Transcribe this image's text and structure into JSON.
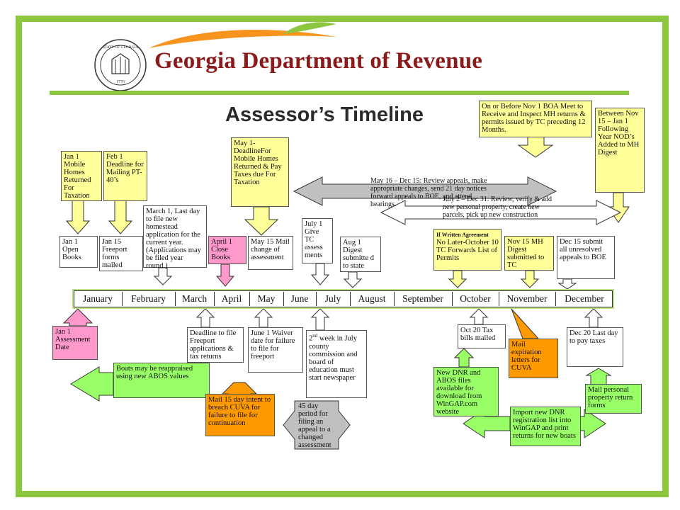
{
  "header": {
    "title": "Georgia Department of Revenue",
    "seal_text": "STATE OF GEORGIA",
    "seal_year": "1776"
  },
  "page_title": "Assessor’s Timeline",
  "colors": {
    "frame": "#8dc63f",
    "title": "#8b1a1a",
    "yellow": "#ffff99",
    "pink": "#ff99cc",
    "orange": "#ff9900",
    "green": "#99ff66",
    "gray": "#c0c0c0"
  },
  "months": [
    "January",
    "February",
    "March",
    "April",
    "May",
    "June",
    "July",
    "August",
    "September",
    "October",
    "November",
    "December"
  ],
  "top_notes": {
    "jan1_mobile": "Jan 1 Mobile Homes Returned For Taxation",
    "feb1": "Feb 1 Deadline for Mailing PT-40’s",
    "may1": "May 1- DeadlineFor Mobile Homes Returned & Pay Taxes due For Taxation",
    "nov1": "On or Before Nov 1 BOA Meet to Receive and Inspect MH returns & permits issued by TC preceding 12 Months.",
    "nov15": "Between Nov 15 – Jan 1 Following Year NOD’s Added to MH Digest",
    "may16_dec15": "May 16 – Dec 15: Review appeals, make appropriate changes, send 21 day notices forward appeals to BOE, and attend hearings.",
    "july2_dec31": "July 2 – Dec 31: Review, verify & add new personal property, create new parcels, pick up new construction"
  },
  "upper_boxes": {
    "jan1_open": "Jan 1 Open Books",
    "jan15": "Jan 15 Freeport forms mailed",
    "march1": "March 1, Last day to file new homestead application for the current year. (Applications may be filed year round.)",
    "april1": "April 1 Close Books",
    "may15": "May 15 Mail change of assessment",
    "july1": "July 1 Give TC assess ments",
    "aug1": "Aug 1 Digest submitte d to state",
    "oct_written_prefix": "If Written Agreement",
    "oct_written": "No Later-October 10 TC Forwards List of Permits",
    "nov15_mh": "Nov 15 MH Digest submitted to TC",
    "dec15": "Dec 15 submit all unresolved appeals to BOE"
  },
  "lower_boxes": {
    "jan1_assess": "Jan 1 Assessment Date",
    "deadline_freeport": "Deadline to file Freeport applications & tax returns",
    "june1": "June 1 Waiver date for failure to file for freeport",
    "july_2nd_sup": "nd",
    "july_2nd_pre": "2",
    "july_2nd": "week in July county commission and board of education must start newspaper",
    "boats": "Boats may be reappraised using new ABOS values",
    "mail15": "Mail 15 day intent to breach CUVA for failure to file for continuation",
    "day45": "45 day period for filing an appeal to a changed assessment",
    "oct20": "Oct 20 Tax bills mailed",
    "mail_exp": "Mail expiration letters for CUVA",
    "new_dnr": "New DNR and ABOS files available for download from WinGAP.com website",
    "import_dnr": "Import new DNR registration list into WinGAP and print returns for new boats",
    "dec20": "Dec 20 Last day to pay taxes",
    "mail_personal": "Mail personal property return forms"
  }
}
